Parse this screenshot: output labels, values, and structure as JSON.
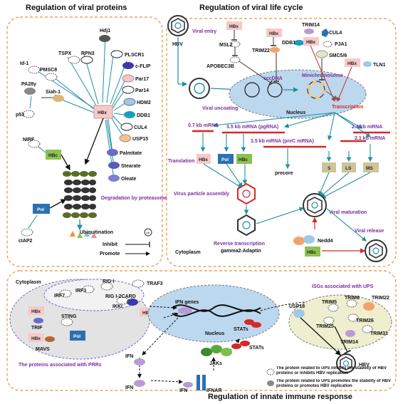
{
  "titles": {
    "viral_proteins": "Regulation of viral proteins",
    "life_cycle": "Regulation of viral life cycle",
    "innate": "Regulation of innate immune response"
  },
  "viral_proteins": {
    "host_factors": [
      "TSPX",
      "RPN3",
      "Hdj1",
      "PLSCR1",
      "c-FLIP",
      "Par17",
      "Par14",
      "HDM2",
      "DDB1",
      "CUL4",
      "USP15",
      "Palmitate",
      "Stearate",
      "Oleate",
      "Id-1",
      "PMSC8",
      "PA28γ",
      "Siah-1",
      "p53",
      "NIRF",
      "cIAP2"
    ],
    "hbx": "HBx",
    "hbc": "HBc",
    "pol": "Pol",
    "degradation": "Degradation by proteasome",
    "legend": {
      "ubiquitination": "Ubiquitination",
      "inhibit": "Inhibit",
      "promote": "Promote",
      "ub": "Ub"
    }
  },
  "life_cycle": {
    "hbv": "HBV",
    "viral_entry": "Viral entry",
    "viral_uncoating": "Viral uncoating",
    "cccdna": "cccDNA",
    "minichromosome": "Minichromosome",
    "nucleus": "Nucleus",
    "transcription": "Transcription",
    "factors": [
      "HBx",
      "MSL2",
      "APOBEC3B",
      "HBx",
      "TRIM22",
      "DDB1",
      "TRIM14",
      "HBx",
      "CUL4",
      "PJA1",
      "SMC5/6",
      "HBx",
      "TLN1"
    ],
    "mrna": [
      "0.7 kb mRNA",
      "3.5 kb mRNA (pgRNA)",
      "3.5 kb mRNA (preC mRNA)",
      "2.4 kb mRNA",
      "2.1 kb mRNA"
    ],
    "translation": "Translation",
    "products": [
      "HBx",
      "Pol",
      "HBc",
      "precore",
      "S",
      "LS",
      "MS"
    ],
    "assembly": "Virus particle assembly",
    "reverse_transcription": "Reverse transcription",
    "maturation": "Viral maturation",
    "release": "Viral release",
    "gamma2": "gamma2-Adaptin",
    "nedd4": "Nedd4",
    "cytoplasm": "Cytoplasm"
  },
  "innate": {
    "cytoplasm": "Cytoplasm",
    "prr_label": "The  proteins associated with PRRs",
    "prr": [
      "TRAF3",
      "RIG I",
      "RIG I-2CARD",
      "IRF7",
      "IRF3",
      "IKKi",
      "HBx",
      "STING",
      "TRIF",
      "HBx",
      "MAVS",
      "Pol",
      "HBx"
    ],
    "ifn_genes": "IFN genes",
    "nucleus": "Nucleus",
    "stats": "STATs",
    "jaks": "JAKs",
    "ifn": "IFN",
    "ifnar": "IFNAR",
    "isg_title": "ISGs associated with UPS",
    "isg": [
      "USP18",
      "TRIM5",
      "TRIM6",
      "TRIM22",
      "TRIM25",
      "TRIM26",
      "TRIM31",
      "TRIM14"
    ],
    "hbv": "HBV",
    "legend1": "The protein related to UPS inhibits the stability of HBV proteins or inhibits HBV replication",
    "legend2": "The protein related to UPS promotes the stability of HBV proteins or promotes HBV replication"
  }
}
